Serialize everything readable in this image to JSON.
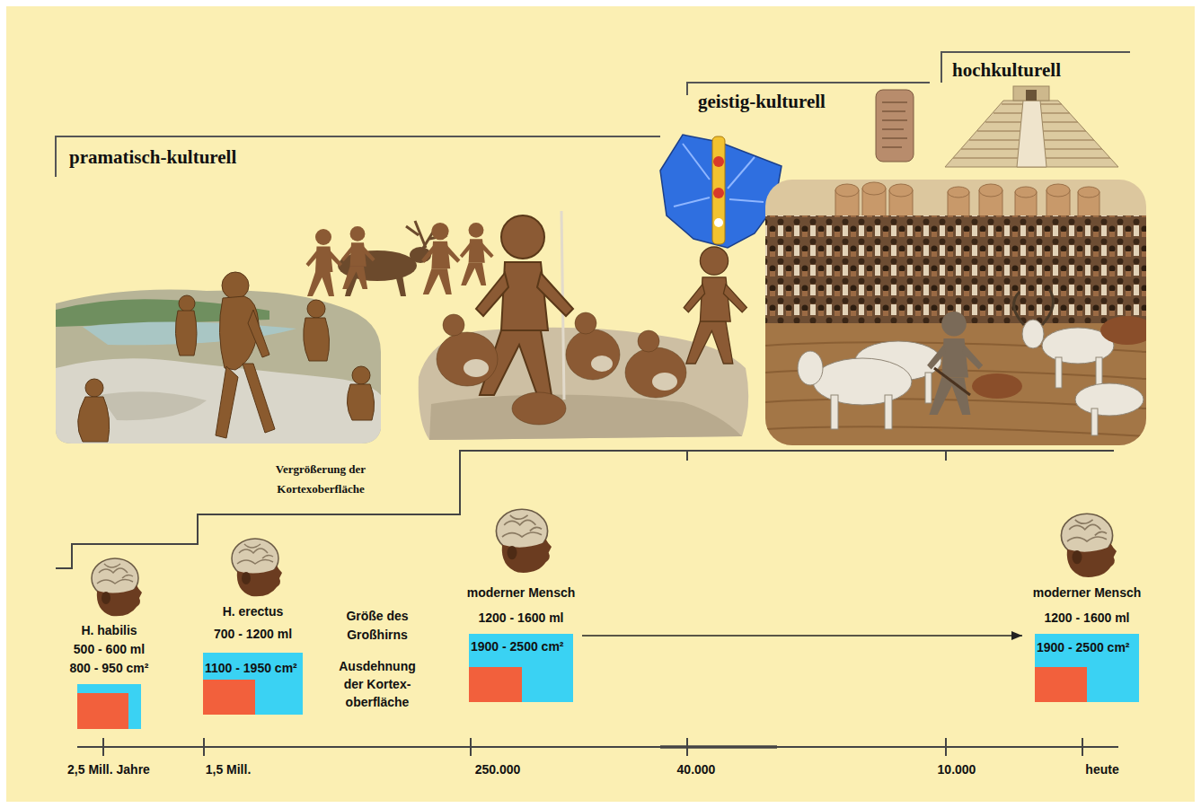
{
  "diagram": {
    "nodes": [
      {
        "text": [
          "H. habilis",
          "500 - 600 ml",
          "800 - 950 cm²"
        ]
      },
      {
        "text": [
          "H. erectus",
          "700 - 1200 ml",
          "1100 - 1950 cm²"
        ]
      },
      {
        "text": [
          "moderner Mensch",
          "1200 - 1600 ml",
          "1900 - 2500 cm²"
        ]
      },
      {
        "text": [
          "moderner Mensch",
          "1200 - 1600 ml",
          "1900 - 2500 cm²"
        ]
      }
    ],
    "edges": [
      {
        "from": 2,
        "to": 3,
        "arrow": "to"
      }
    ],
    "labels": [
      "pramatisch-kulturell",
      "geistig-kulturell",
      "hochkulturell",
      "Vergrößerung der Kortexoberfläche",
      "Größe des Großhirns",
      "Ausdehnung der Kortex- oberfläche",
      "2,5 Mill. Jahre",
      "1,5 Mill.",
      "250.000",
      "40.000",
      "10.000",
      "heute"
    ]
  }
}
